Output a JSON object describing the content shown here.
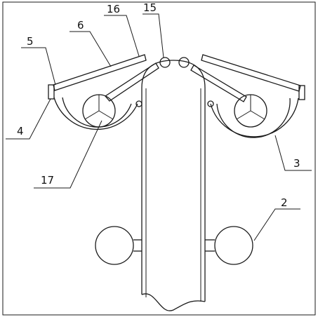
{
  "diagram": {
    "labels": {
      "l2": "2",
      "l3": "3",
      "l4": "4",
      "l5": "5",
      "l6": "6",
      "l15": "15",
      "l16": "16",
      "l17": "17"
    }
  }
}
